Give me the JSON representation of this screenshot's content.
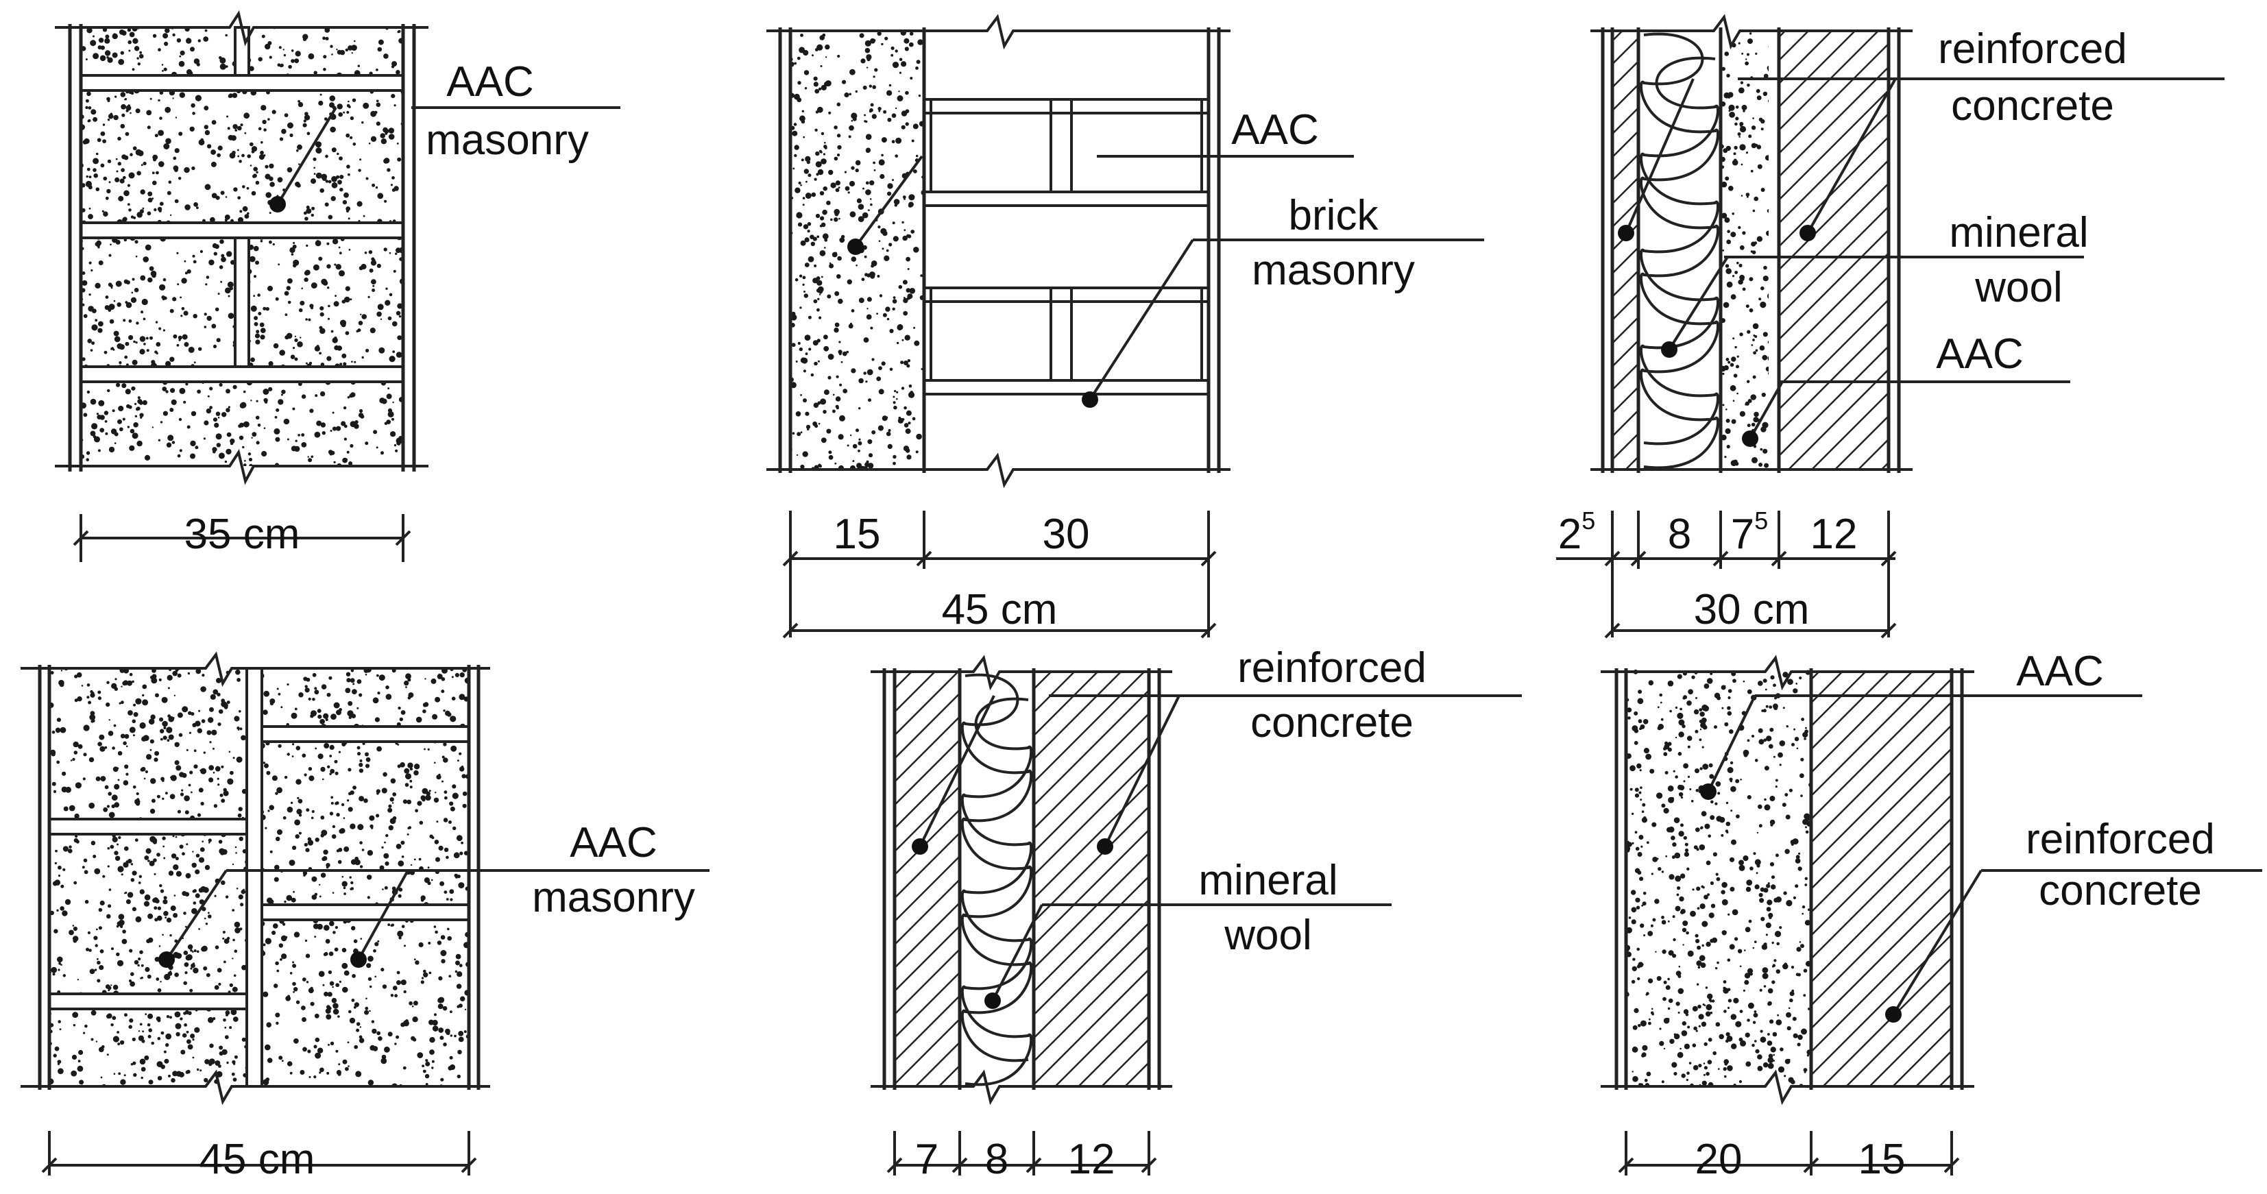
{
  "panels": [
    {
      "id": "panel-1",
      "labels": [
        {
          "lines": [
            "AAC",
            "masonry"
          ]
        }
      ],
      "dimensions": {
        "layers": [],
        "total": "35 cm"
      }
    },
    {
      "id": "panel-2",
      "labels": [
        {
          "lines": [
            "AAC"
          ]
        },
        {
          "lines": [
            "brick",
            "masonry"
          ]
        }
      ],
      "dimensions": {
        "layers": [
          "15",
          "30"
        ],
        "total": "45 cm"
      }
    },
    {
      "id": "panel-3",
      "labels": [
        {
          "lines": [
            "reinforced",
            "concrete"
          ]
        },
        {
          "lines": [
            "mineral",
            "wool"
          ]
        },
        {
          "lines": [
            "AAC"
          ]
        }
      ],
      "dimensions": {
        "layers": [
          {
            "base": "2",
            "sup": "5"
          },
          {
            "base": "8",
            "sup": ""
          },
          {
            "base": "7",
            "sup": "5"
          },
          {
            "base": "12",
            "sup": ""
          }
        ],
        "total": "30 cm"
      }
    },
    {
      "id": "panel-4",
      "labels": [
        {
          "lines": [
            "AAC",
            "masonry"
          ]
        }
      ],
      "dimensions": {
        "layers": [],
        "total": "45 cm"
      }
    },
    {
      "id": "panel-5",
      "labels": [
        {
          "lines": [
            "reinforced",
            "concrete"
          ]
        },
        {
          "lines": [
            "mineral",
            "wool"
          ]
        }
      ],
      "dimensions": {
        "layers": [
          "7",
          "8",
          "12"
        ],
        "total": ""
      }
    },
    {
      "id": "panel-6",
      "labels": [
        {
          "lines": [
            "AAC"
          ]
        },
        {
          "lines": [
            "reinforced",
            "concrete"
          ]
        }
      ],
      "dimensions": {
        "layers": [
          "20",
          "15"
        ],
        "total": ""
      }
    }
  ]
}
